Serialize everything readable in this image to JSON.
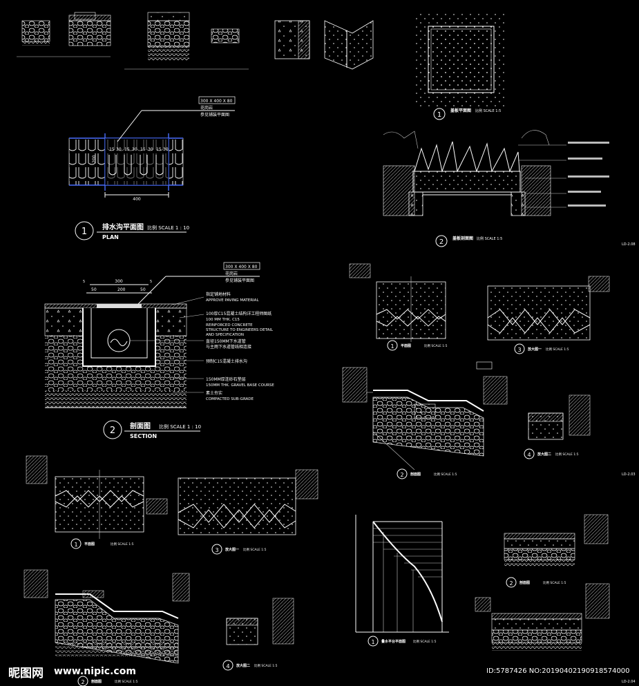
{
  "plan_title": {
    "num": "1",
    "cn": "排水沟平面图",
    "scale": "比例 SCALE 1 : 10",
    "en": "PLAN"
  },
  "section_title": {
    "num": "2",
    "cn": "剖面图",
    "scale": "比例 SCALE 1 : 10",
    "en": "SECTION"
  },
  "plan_callout": {
    "size": "300 X 400 X 80",
    "line1": "花岗岩",
    "line2": "参见铺装平面图"
  },
  "plan_dims": {
    "bottom": "400",
    "left": "200",
    "seq": [
      "15",
      "30",
      "15",
      "30",
      "15",
      "30",
      "15",
      "30"
    ]
  },
  "section_callout": {
    "size": "300 X 400 X 80",
    "line1": "花岗岩",
    "line2": "参见铺装平面图"
  },
  "section_dims": {
    "total": "300",
    "d1": "50",
    "d2": "200",
    "d3": "50",
    "s1": "5",
    "s2": "5"
  },
  "section_notes": [
    {
      "cn": "指定铺地材料",
      "en": "APPROVE PAVING MATERIAL"
    },
    {
      "cn": "100厚C15混凝土结构详工程师图纸",
      "en": "100 MM THK. C15"
    },
    {
      "cn": "",
      "en": "REINFORCED CONCRETE"
    },
    {
      "cn": "",
      "en": "STRUCTURE TO ENGINEERS DETAIL"
    },
    {
      "cn": "",
      "en": "AND SPECIFICATION"
    },
    {
      "cn": "直径150MM下水道管",
      "en": ""
    },
    {
      "cn": "与主雨下水道管线相连接",
      "en": ""
    },
    {
      "cn": "预制C15混凝土排水沟",
      "en": ""
    },
    {
      "cn": "150MM厚连砂石垫层",
      "en": "150MM THK. GRAVEL BASE COURSE"
    },
    {
      "cn": "素土夯实",
      "en": "COMPACTED SUB-GRADE"
    }
  ],
  "grate_titles": [
    {
      "num": "1",
      "label": "盖板平面图",
      "scale": "比例 SCALE 1:5"
    },
    {
      "num": "2",
      "label": "盖板剖面图",
      "scale": "比例 SCALE 1:5"
    }
  ],
  "small_titles": {
    "plan": "平面图",
    "section": "剖面图",
    "detail1": "放大图一",
    "detail2": "放大图二",
    "pool_plan": "叠水平台平面图",
    "scale": "比例 SCALE 1:5"
  },
  "nums": {
    "one": "1",
    "two": "2",
    "three": "3",
    "four": "4"
  },
  "sheet_codes": [
    "LD-2.08",
    "LD-2.03",
    "LD-2.04"
  ],
  "watermark": {
    "logo": "昵图网",
    "site": "www.nipic.com",
    "id": "ID:5787426 NO:20190402190918574000"
  }
}
